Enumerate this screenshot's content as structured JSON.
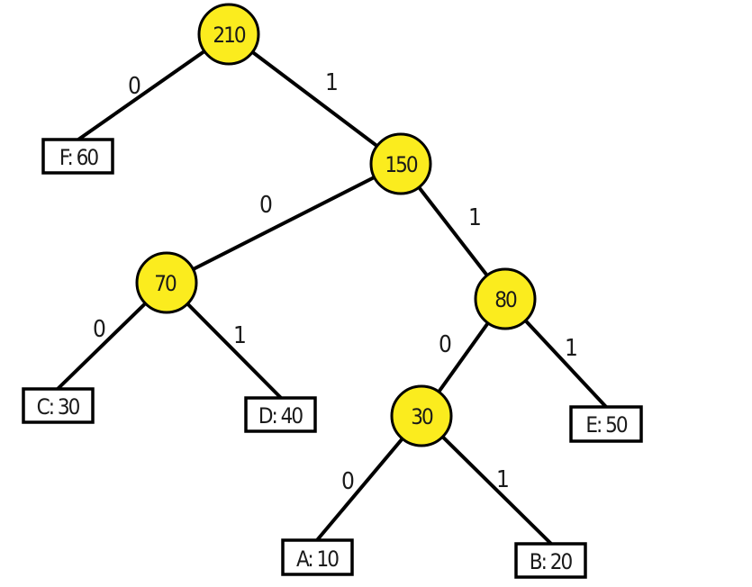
{
  "nodes": {
    "root": "210",
    "n150": "150",
    "n70": "70",
    "n80": "80",
    "n30": "30"
  },
  "leaves": {
    "F": "F: 60",
    "C": "C: 30",
    "D": "D: 40",
    "A": "A: 10",
    "B": "B: 20",
    "E": "E: 50"
  },
  "edge_labels": {
    "root_F": "0",
    "root_150": "1",
    "n150_70": "0",
    "n150_80": "1",
    "n70_C": "0",
    "n70_D": "1",
    "n80_30": "0",
    "n80_E": "1",
    "n30_A": "0",
    "n30_B": "1"
  },
  "colors": {
    "node_fill": "#fbec1e",
    "stroke": "#000000"
  }
}
